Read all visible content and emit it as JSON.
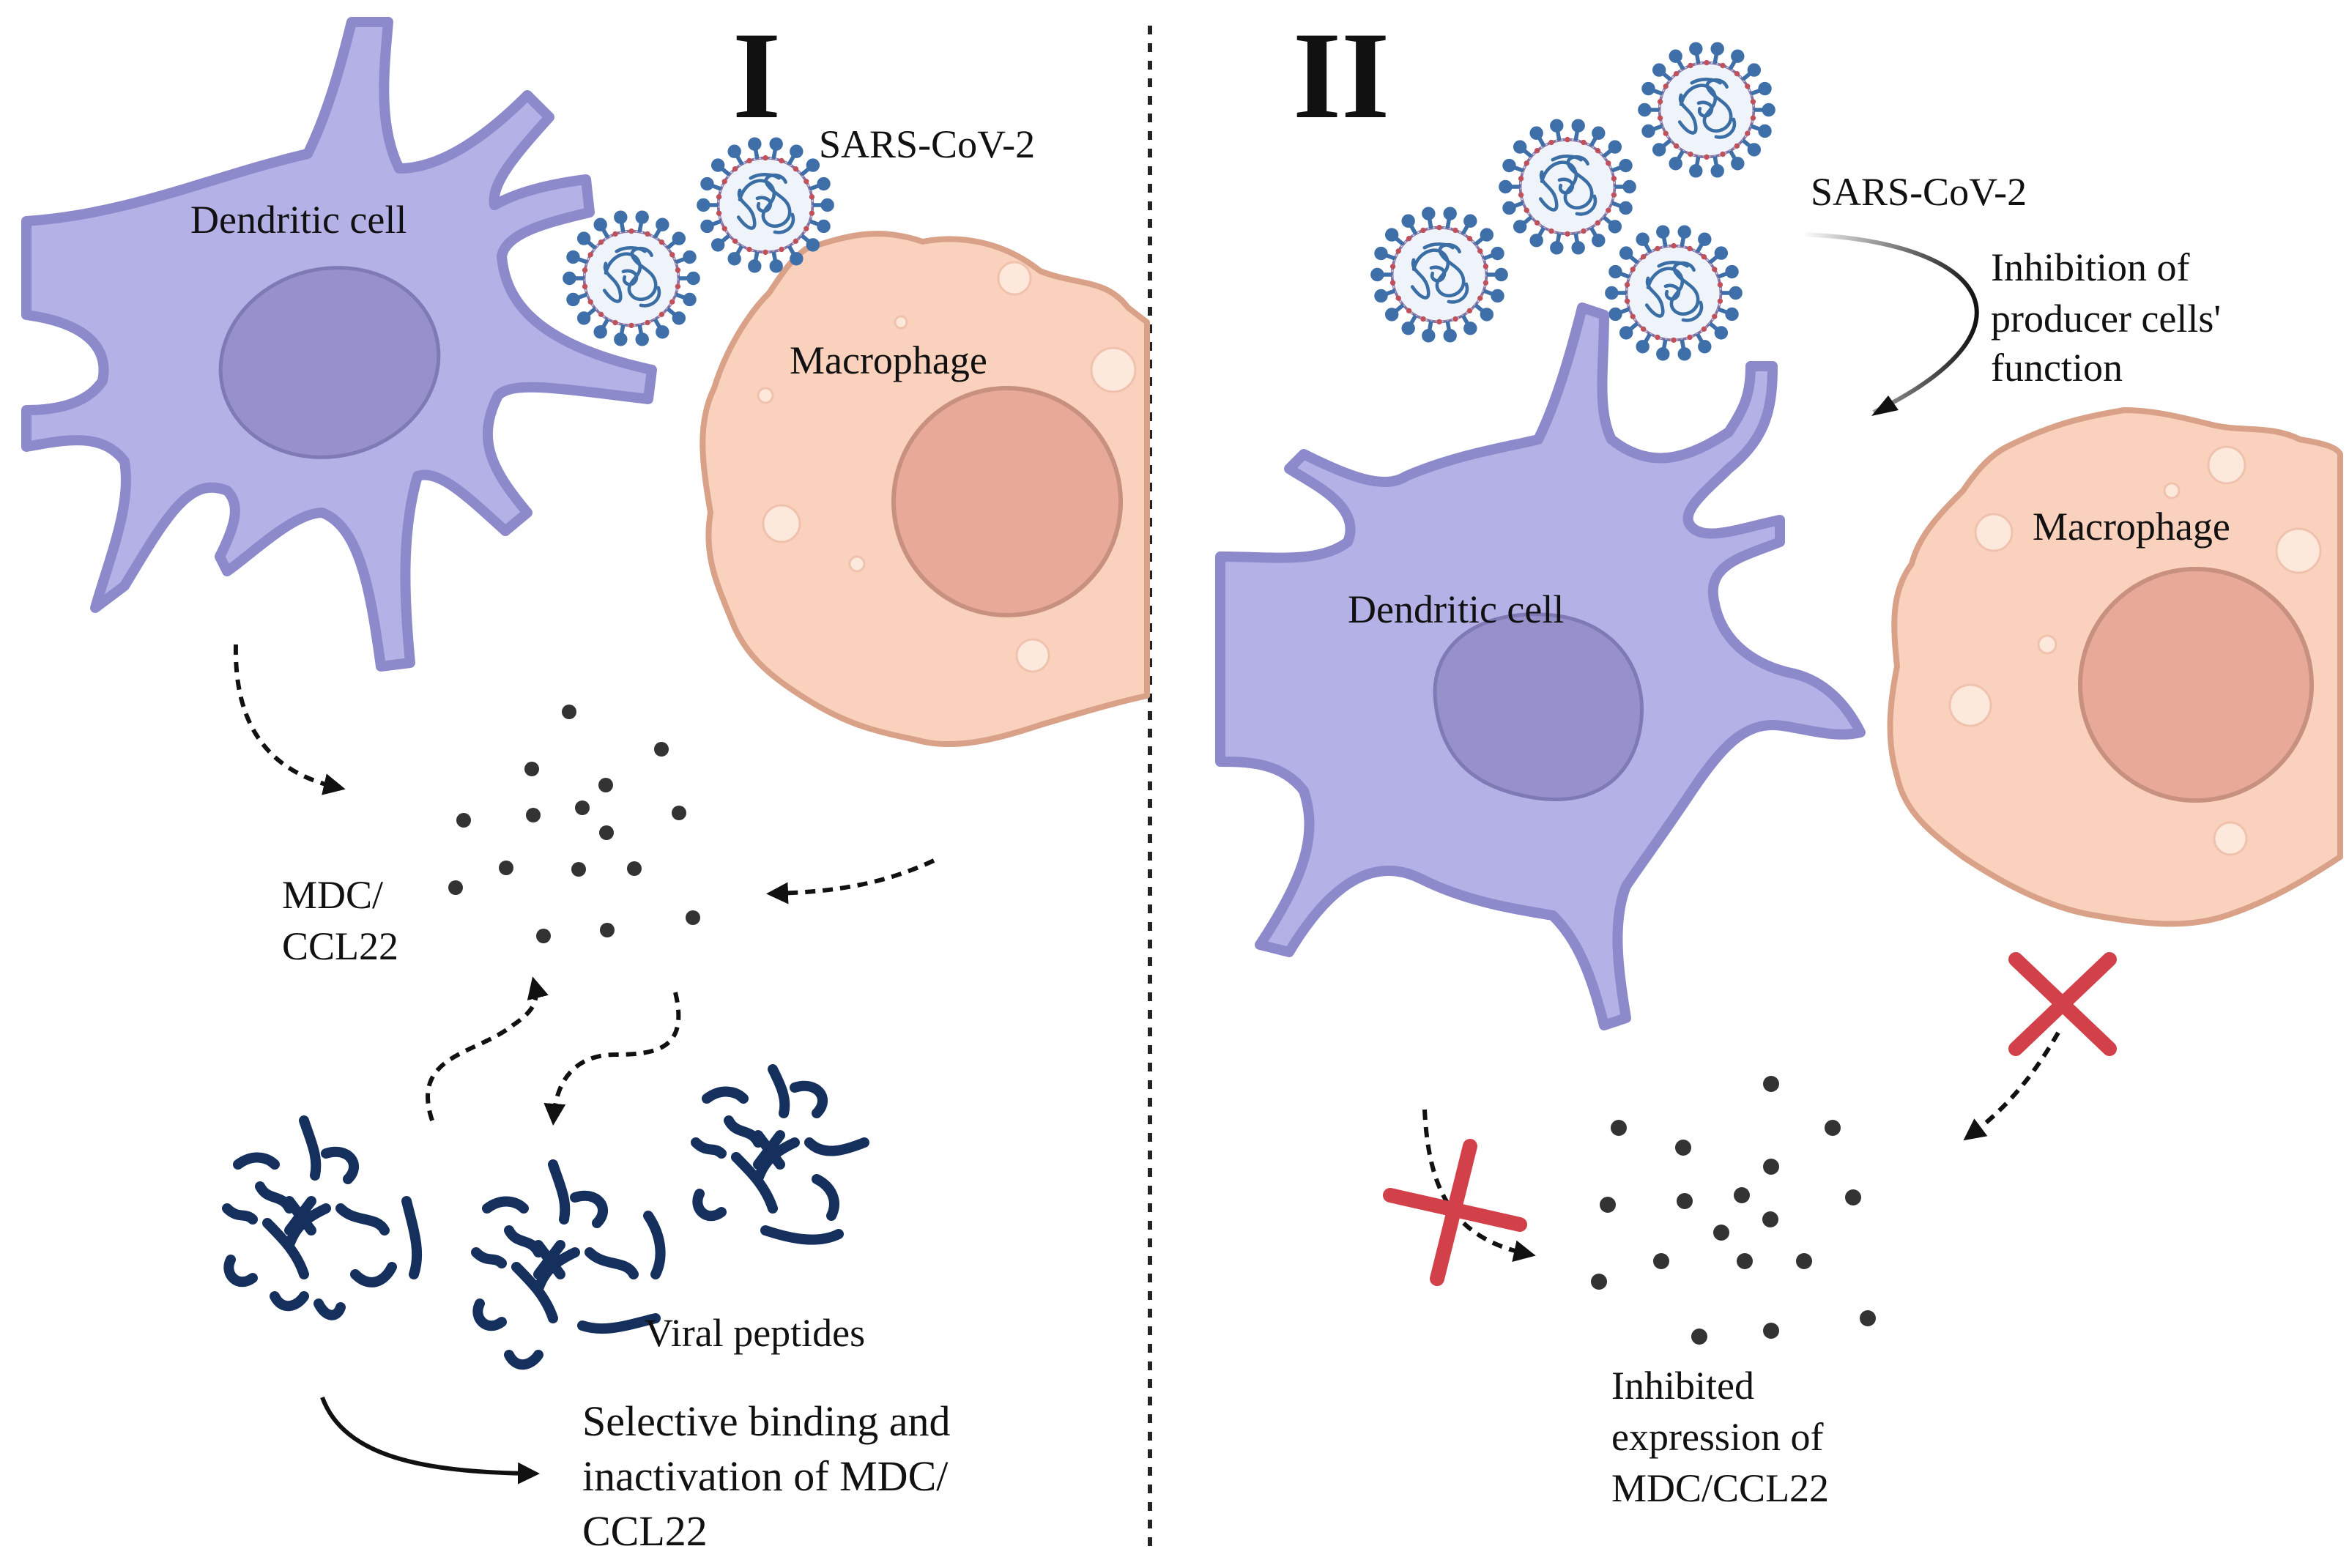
{
  "panels": {
    "left": {
      "roman": "I",
      "virus_label": "SARS-CoV-2",
      "dendritic_label": "Dendritic cell",
      "macrophage_label": "Macrophage",
      "chemokine_label_line1": "MDC/",
      "chemokine_label_line2": "CCL22",
      "peptides_label": "Viral peptides",
      "binding_line1": "Selective binding and",
      "binding_line2": "inactivation of MDC/",
      "binding_line3": "CCL22"
    },
    "right": {
      "roman": "II",
      "virus_label": "SARS-CoV-2",
      "inhibition_line1": "Inhibition of",
      "inhibition_line2": "producer cells'",
      "inhibition_line3": "function",
      "dendritic_label": "Dendritic cell",
      "macrophage_label": "Macrophage",
      "inhibited_line1": "Inhibited",
      "inhibited_line2": "expression of",
      "inhibited_line3": "MDC/CCL22"
    }
  },
  "colors": {
    "dendritic_fill": "#b3b1e6",
    "dendritic_stroke": "#8d8acb",
    "dendritic_nucleus": "#9791cb",
    "macrophage_fill": "#f9d1bd",
    "macrophage_stroke": "#d8a188",
    "macrophage_nucleus": "#e8a998",
    "virus_spike": "#3f6fa8",
    "virus_rna": "#3a6ea5",
    "peptide": "#16305e",
    "chemokine_dot": "#333333",
    "cross": "#d2414a"
  }
}
